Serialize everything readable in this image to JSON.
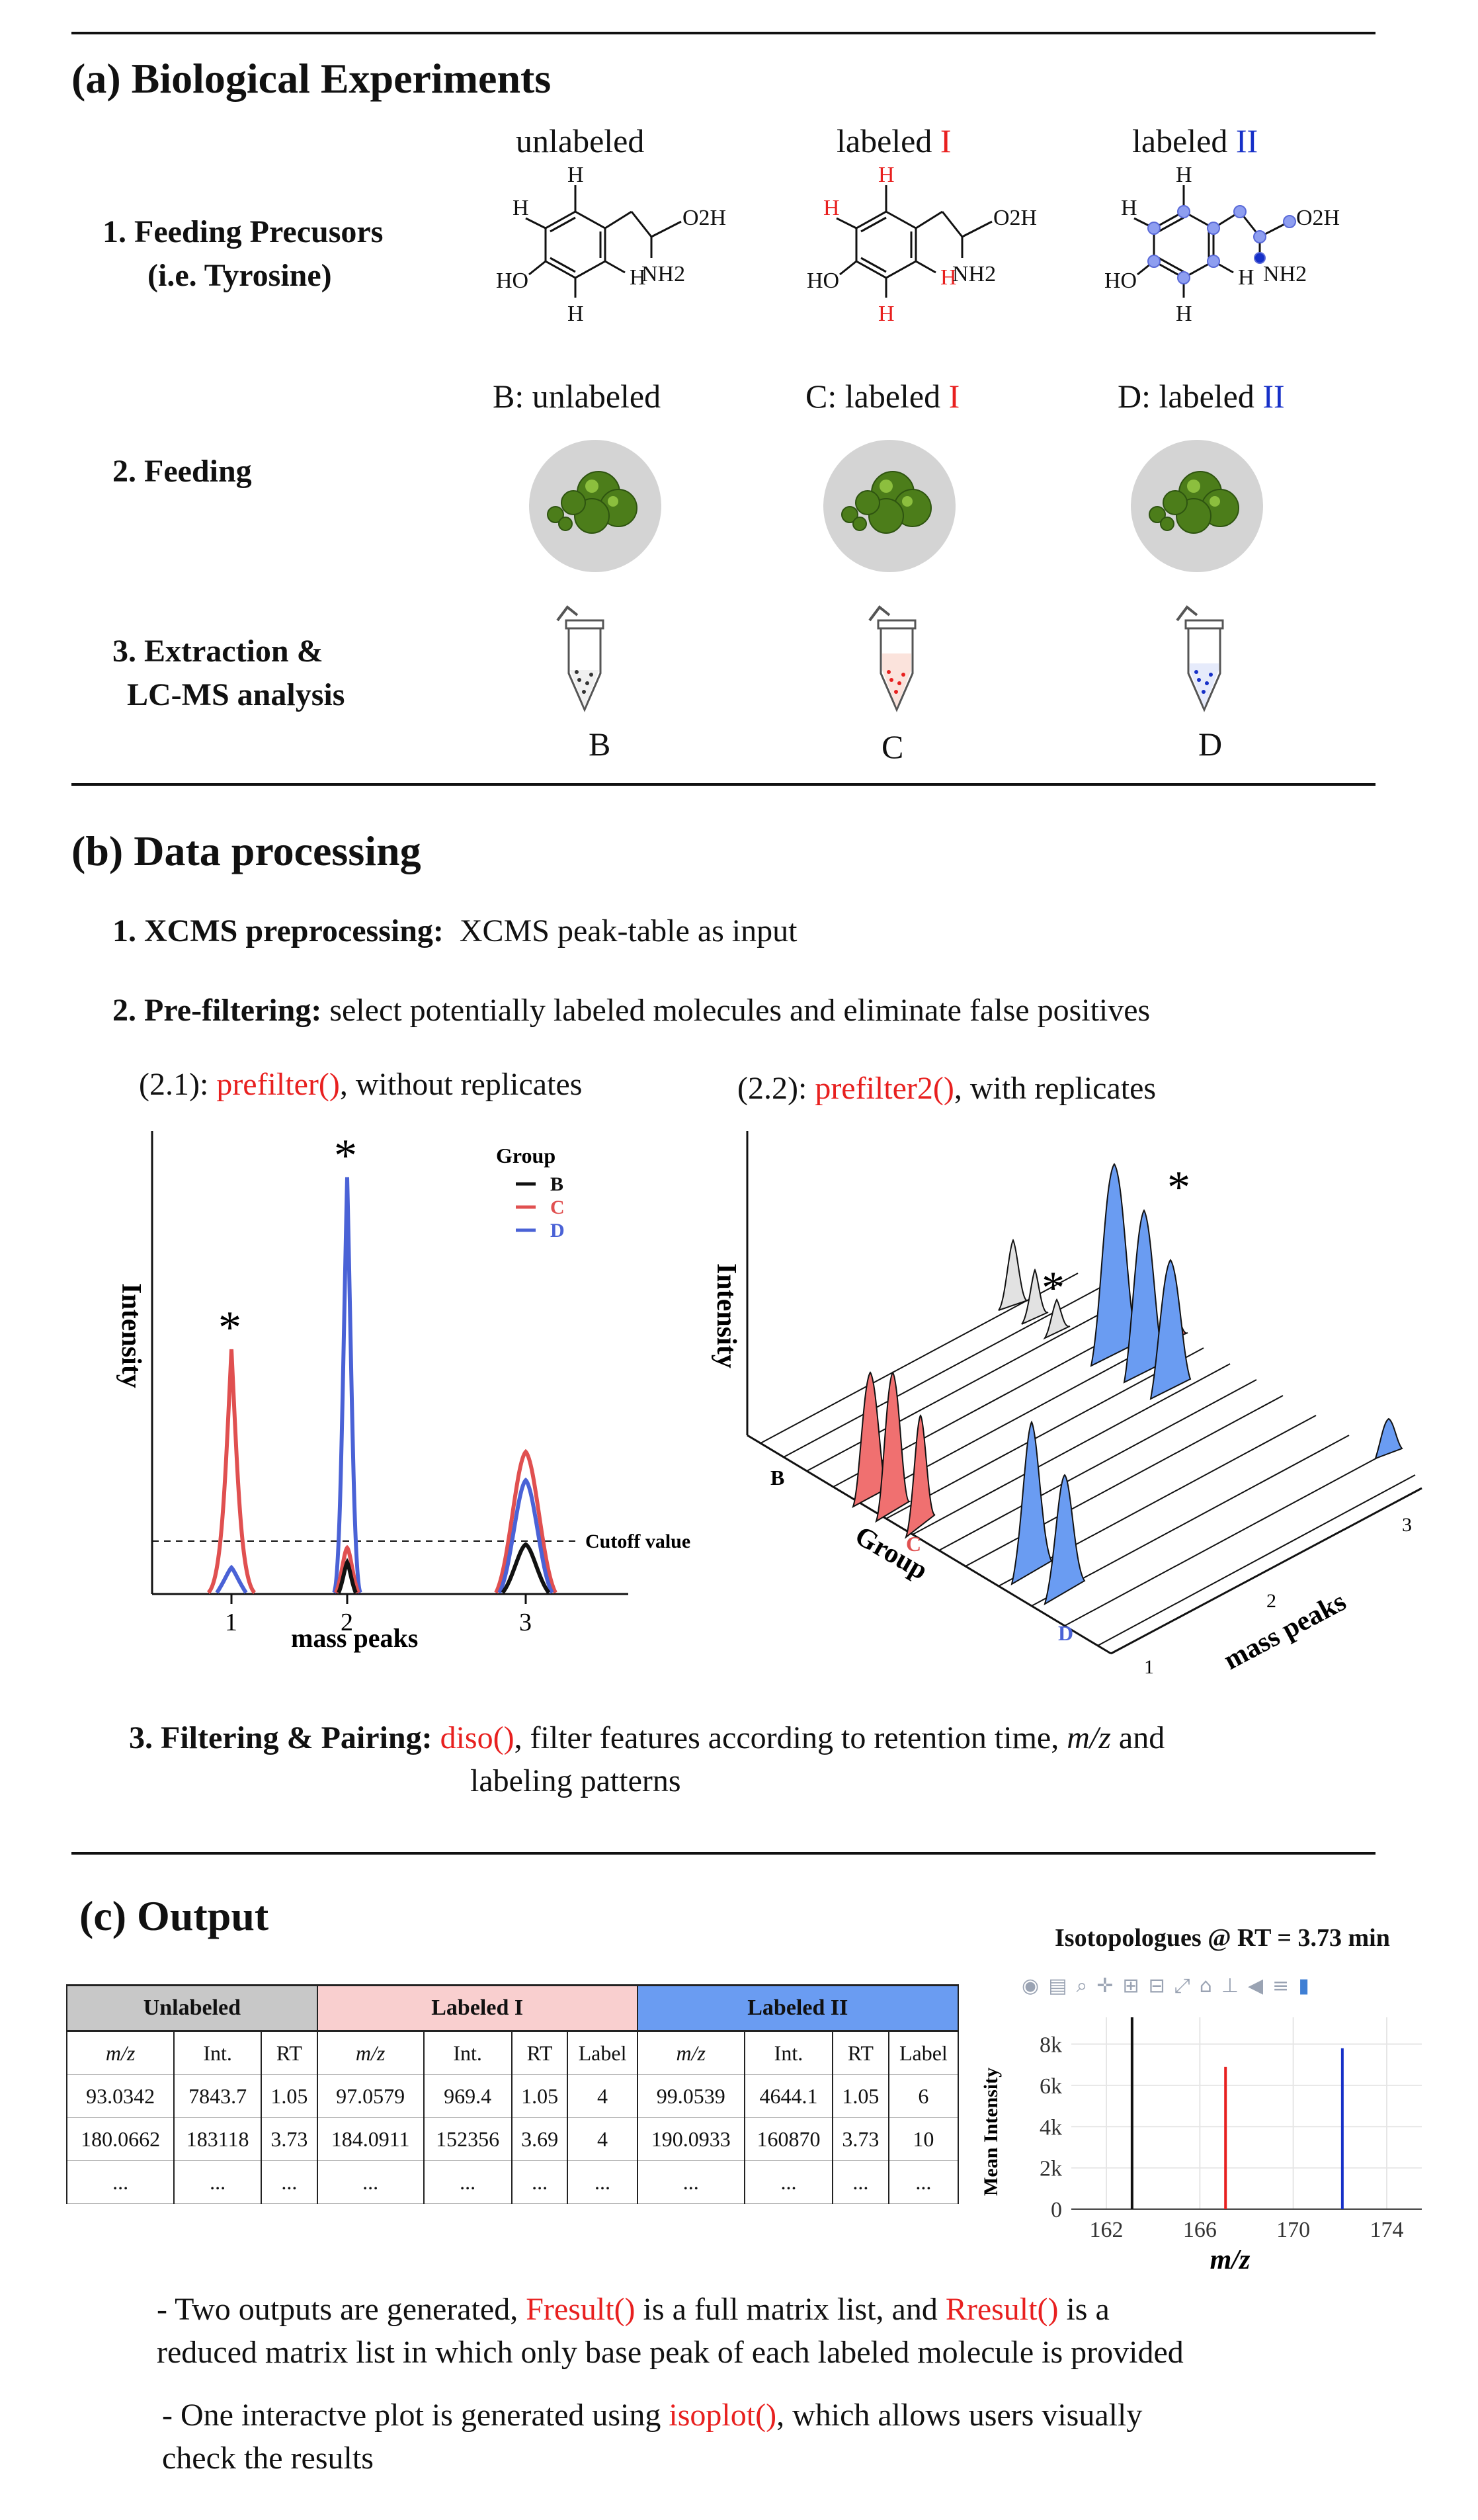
{
  "section_a": {
    "title": "(a) Biological Experiments",
    "col_headers": [
      {
        "text": "unlabeled",
        "suffix": ""
      },
      {
        "text": "labeled ",
        "suffix": "I"
      },
      {
        "text": "labeled ",
        "suffix": "II"
      }
    ],
    "step1": "1. Feeding Precusors",
    "step1b": "(i.e. Tyrosine)",
    "step2": "2. Feeding",
    "step3": "3. Extraction &",
    "step3b": "LC-MS analysis",
    "feed_labels": [
      {
        "text": "B: unlabeled",
        "suffix": ""
      },
      {
        "text": "C: labeled ",
        "suffix": "I"
      },
      {
        "text": "D: labeled ",
        "suffix": "II"
      }
    ],
    "tube_labels": [
      "B",
      "C",
      "D"
    ],
    "atoms": {
      "H": "H",
      "HO": "HO",
      "O2H": "O2H",
      "NH2": "NH2"
    },
    "colors": {
      "red": "#e8201f",
      "blue": "#1630c8"
    }
  },
  "section_b": {
    "title": "(b)  Data processing",
    "step1_bold": "1. XCMS preprocessing:",
    "step1_text": "XCMS peak-table as input",
    "step2_bold": "2. Pre-filtering:",
    "step2_text": "select potentially labeled molecules and eliminate false positives",
    "sub1_prefix": "(2.1): ",
    "sub1_func": "prefilter()",
    "sub1_suffix": ", without replicates",
    "sub2_prefix": "(2.2): ",
    "sub2_func": "prefilter2()",
    "sub2_suffix": ", with replicates",
    "step3_bold": "3. Filtering & Pairing:",
    "step3_func": "diso()",
    "step3_text1": ", filter features according to retention time, ",
    "step3_mz": "m/z",
    "step3_text2": " and",
    "step3_line2": "labeling patterns",
    "plot1": {
      "ylabel": "Intensity",
      "xlabel": "mass peaks",
      "xticks": [
        "1",
        "2",
        "3"
      ],
      "legend_title": "Group",
      "legend": [
        {
          "name": "B",
          "color": "#111111"
        },
        {
          "name": "C",
          "color": "#e05050"
        },
        {
          "name": "D",
          "color": "#4a62d6"
        }
      ],
      "cutoff_label": "Cutoff value",
      "star": "*"
    },
    "plot2": {
      "ylabel": "Intensity",
      "xlabel": "mass peaks",
      "group_label": "Group",
      "groups": [
        "B",
        "C",
        "D"
      ],
      "xticks": [
        "1",
        "2",
        "3"
      ],
      "star": "*"
    }
  },
  "section_c": {
    "title": "(c)  Output",
    "table": {
      "groups": [
        {
          "name": "Unlabeled",
          "bg": "#c8c8c8"
        },
        {
          "name": "Labeled I",
          "bg": "#f9cfcf"
        },
        {
          "name": "Labeled II",
          "bg": "#6a9cf2"
        }
      ],
      "sub_headers": [
        "m/z",
        "Int.",
        "RT",
        "m/z",
        "Int.",
        "RT",
        "Label",
        "m/z",
        "Int.",
        "RT",
        "Label"
      ],
      "rows": [
        [
          "93.0342",
          "7843.7",
          "1.05",
          "97.0579",
          "969.4",
          "1.05",
          "4",
          "99.0539",
          "4644.1",
          "1.05",
          "6"
        ],
        [
          "180.0662",
          "183118",
          "3.73",
          "184.0911",
          "152356",
          "3.69",
          "4",
          "190.0933",
          "160870",
          "3.73",
          "10"
        ],
        [
          "...",
          "...",
          "...",
          "...",
          "...",
          "...",
          "...",
          "...",
          "...",
          "...",
          "..."
        ]
      ]
    },
    "isoplot": {
      "title": "Isotopologues @ RT = 3.73 min",
      "ylabel": "Mean Intensity",
      "xlabel": "m/z",
      "yticks": [
        "0",
        "2k",
        "4k",
        "6k",
        "8k"
      ],
      "xticks": [
        "162",
        "166",
        "170",
        "174"
      ],
      "bars": [
        {
          "mz": 163.1,
          "intensity": 9300,
          "color": "#111111"
        },
        {
          "mz": 167.1,
          "intensity": 6900,
          "color": "#e8201f"
        },
        {
          "mz": 172.1,
          "intensity": 7800,
          "color": "#1630c8"
        }
      ],
      "x_range": [
        160.5,
        175.5
      ],
      "y_range": [
        0,
        9300
      ]
    },
    "note1_a": "- Two outputs are generated, ",
    "note1_f1": "Fresult()",
    "note1_b": " is a full matrix list, and ",
    "note1_f2": "Rresult()",
    "note1_c": " is a",
    "note1_line2": "reduced matrix list in which only base peak of each labeled molecule is provided",
    "note2_a": "- One interactve plot is generated using ",
    "note2_f": "isoplot()",
    "note2_b": ", which allows users visually",
    "note2_line2": "check the results"
  }
}
